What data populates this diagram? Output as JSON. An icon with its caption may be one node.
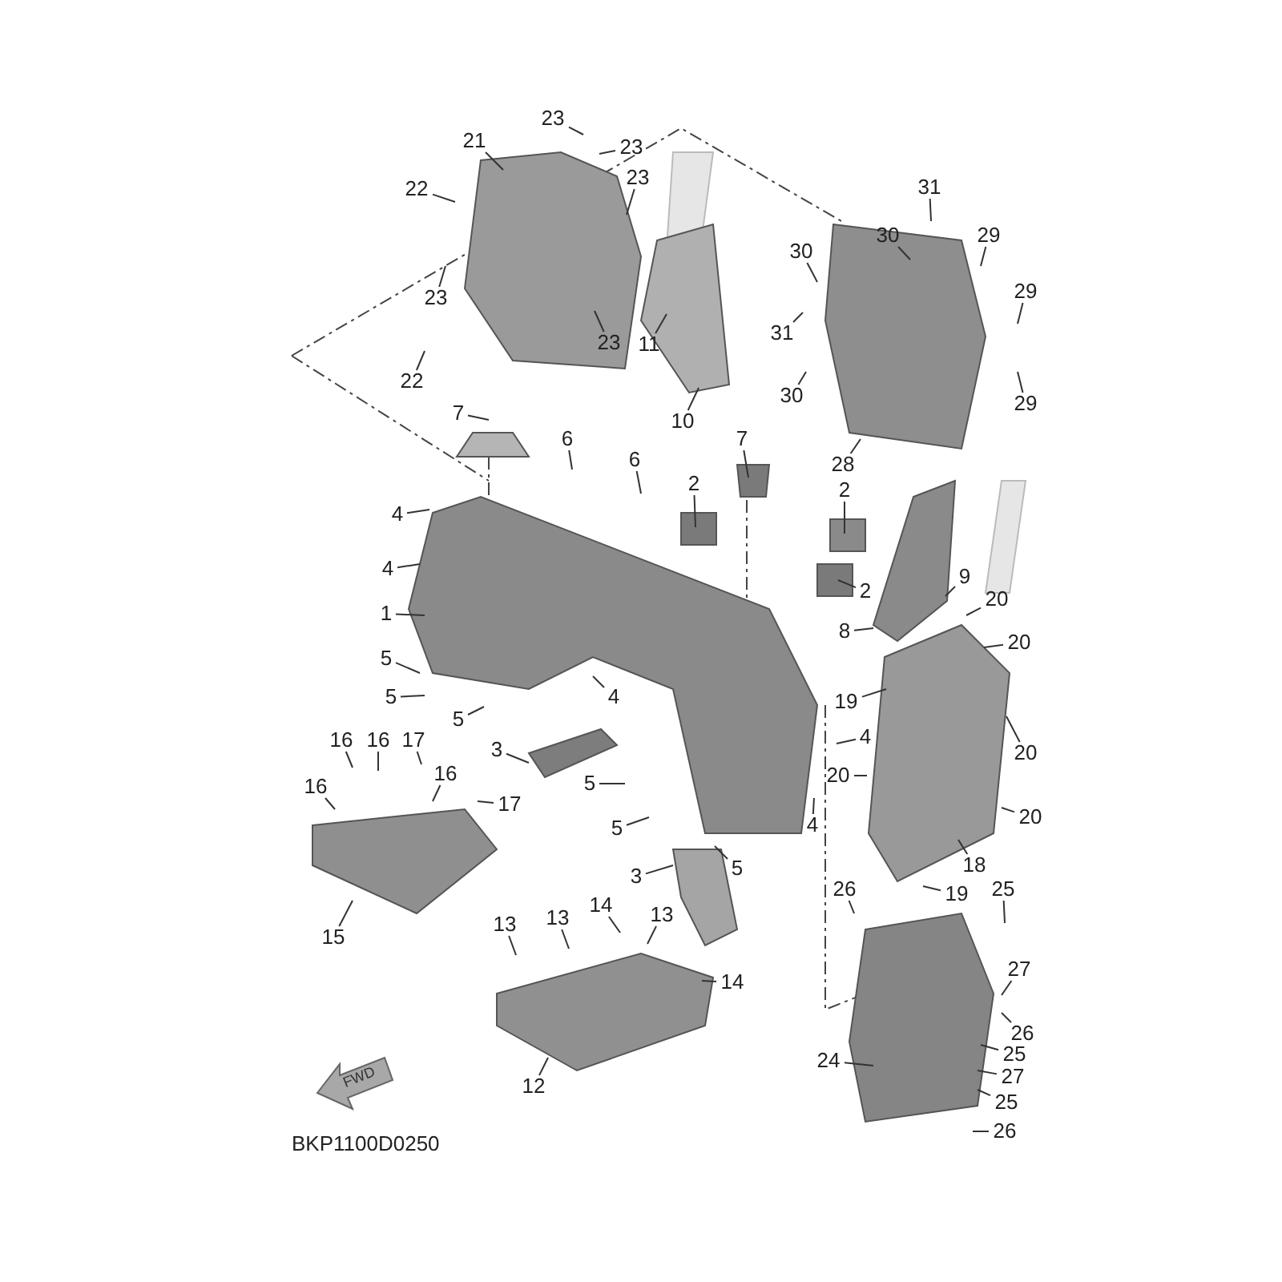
{
  "diagram": {
    "nodes": [
      {
        "text": [
          "21"
        ]
      },
      {
        "text": [
          "23"
        ]
      },
      {
        "text": [
          "23"
        ]
      },
      {
        "text": [
          "23"
        ]
      },
      {
        "text": [
          "22"
        ]
      },
      {
        "text": [
          "23"
        ]
      },
      {
        "text": [
          "23"
        ]
      },
      {
        "text": [
          "22"
        ]
      },
      {
        "text": [
          "11"
        ]
      },
      {
        "text": [
          "10"
        ]
      },
      {
        "text": [
          "31"
        ]
      },
      {
        "text": [
          "30"
        ]
      },
      {
        "text": [
          "29"
        ]
      },
      {
        "text": [
          "30"
        ]
      },
      {
        "text": [
          "29"
        ]
      },
      {
        "text": [
          "31"
        ]
      },
      {
        "text": [
          "30"
        ]
      },
      {
        "text": [
          "29"
        ]
      },
      {
        "text": [
          "28"
        ]
      },
      {
        "text": [
          "7"
        ]
      },
      {
        "text": [
          "6"
        ]
      },
      {
        "text": [
          "6"
        ]
      },
      {
        "text": [
          "7"
        ]
      },
      {
        "text": [
          "2"
        ]
      },
      {
        "text": [
          "2"
        ]
      },
      {
        "text": [
          "4"
        ]
      },
      {
        "text": [
          "4"
        ]
      },
      {
        "text": [
          "2"
        ]
      },
      {
        "text": [
          "9"
        ]
      },
      {
        "text": [
          "1"
        ]
      },
      {
        "text": [
          "8"
        ]
      },
      {
        "text": [
          "20"
        ]
      },
      {
        "text": [
          "20"
        ]
      },
      {
        "text": [
          "5"
        ]
      },
      {
        "text": [
          "5"
        ]
      },
      {
        "text": [
          "4"
        ]
      },
      {
        "text": [
          "19"
        ]
      },
      {
        "text": [
          "5"
        ]
      },
      {
        "text": [
          "4"
        ]
      },
      {
        "text": [
          "20"
        ]
      },
      {
        "text": [
          "3"
        ]
      },
      {
        "text": [
          "20"
        ]
      },
      {
        "text": [
          "5"
        ]
      },
      {
        "text": [
          "16"
        ]
      },
      {
        "text": [
          "16"
        ]
      },
      {
        "text": [
          "17"
        ]
      },
      {
        "text": [
          "16"
        ]
      },
      {
        "text": [
          "16"
        ]
      },
      {
        "text": [
          "17"
        ]
      },
      {
        "text": [
          "20"
        ]
      },
      {
        "text": [
          "4"
        ]
      },
      {
        "text": [
          "5"
        ]
      },
      {
        "text": [
          "18"
        ]
      },
      {
        "text": [
          "5"
        ]
      },
      {
        "text": [
          "3"
        ]
      },
      {
        "text": [
          "26"
        ]
      },
      {
        "text": [
          "19"
        ]
      },
      {
        "text": [
          "25"
        ]
      },
      {
        "text": [
          "14"
        ]
      },
      {
        "text": [
          "13"
        ]
      },
      {
        "text": [
          "13"
        ]
      },
      {
        "text": [
          "13"
        ]
      },
      {
        "text": [
          "15"
        ]
      },
      {
        "text": [
          "27"
        ]
      },
      {
        "text": [
          "14"
        ]
      },
      {
        "text": [
          "26"
        ]
      },
      {
        "text": [
          "25"
        ]
      },
      {
        "text": [
          "24"
        ]
      },
      {
        "text": [
          "27"
        ]
      },
      {
        "text": [
          "12"
        ]
      },
      {
        "text": [
          "25"
        ]
      },
      {
        "text": [
          "26"
        ]
      }
    ],
    "edges": [
      {
        "from": 0,
        "to": null,
        "arrow": "none"
      },
      {
        "from": 1,
        "to": null,
        "arrow": "none"
      },
      {
        "from": 2,
        "to": null,
        "arrow": "none"
      },
      {
        "from": 3,
        "to": null,
        "arrow": "none"
      },
      {
        "from": 4,
        "to": null,
        "arrow": "none"
      },
      {
        "from": 5,
        "to": null,
        "arrow": "none"
      },
      {
        "from": 6,
        "to": null,
        "arrow": "none"
      },
      {
        "from": 7,
        "to": null,
        "arrow": "none"
      },
      {
        "from": 8,
        "to": null,
        "arrow": "none"
      },
      {
        "from": 9,
        "to": null,
        "arrow": "none"
      },
      {
        "from": 10,
        "to": null,
        "arrow": "none"
      },
      {
        "from": 11,
        "to": null,
        "arrow": "none"
      },
      {
        "from": 12,
        "to": null,
        "arrow": "none"
      },
      {
        "from": 13,
        "to": null,
        "arrow": "none"
      },
      {
        "from": 14,
        "to": null,
        "arrow": "none"
      },
      {
        "from": 15,
        "to": null,
        "arrow": "none"
      },
      {
        "from": 16,
        "to": null,
        "arrow": "none"
      },
      {
        "from": 17,
        "to": null,
        "arrow": "none"
      },
      {
        "from": 18,
        "to": null,
        "arrow": "none"
      },
      {
        "from": 19,
        "to": null,
        "arrow": "none"
      },
      {
        "from": 20,
        "to": null,
        "arrow": "none"
      },
      {
        "from": 21,
        "to": null,
        "arrow": "none"
      },
      {
        "from": 22,
        "to": null,
        "arrow": "none"
      },
      {
        "from": 23,
        "to": null,
        "arrow": "none"
      },
      {
        "from": 24,
        "to": null,
        "arrow": "none"
      },
      {
        "from": 25,
        "to": null,
        "arrow": "none"
      },
      {
        "from": 26,
        "to": null,
        "arrow": "none"
      },
      {
        "from": 27,
        "to": null,
        "arrow": "none"
      },
      {
        "from": 28,
        "to": null,
        "arrow": "none"
      },
      {
        "from": 29,
        "to": null,
        "arrow": "none"
      },
      {
        "from": 30,
        "to": null,
        "arrow": "none"
      },
      {
        "from": 31,
        "to": null,
        "arrow": "none"
      },
      {
        "from": 32,
        "to": null,
        "arrow": "none"
      },
      {
        "from": 33,
        "to": null,
        "arrow": "none"
      },
      {
        "from": 34,
        "to": null,
        "arrow": "none"
      },
      {
        "from": 35,
        "to": null,
        "arrow": "none"
      },
      {
        "from": 36,
        "to": null,
        "arrow": "none"
      },
      {
        "from": 37,
        "to": null,
        "arrow": "none"
      },
      {
        "from": 38,
        "to": null,
        "arrow": "none"
      },
      {
        "from": 39,
        "to": null,
        "arrow": "none"
      },
      {
        "from": 40,
        "to": null,
        "arrow": "none"
      },
      {
        "from": 41,
        "to": null,
        "arrow": "none"
      },
      {
        "from": 42,
        "to": null,
        "arrow": "none"
      },
      {
        "from": 43,
        "to": null,
        "arrow": "none"
      },
      {
        "from": 44,
        "to": null,
        "arrow": "none"
      },
      {
        "from": 45,
        "to": null,
        "arrow": "none"
      },
      {
        "from": 46,
        "to": null,
        "arrow": "none"
      },
      {
        "from": 47,
        "to": null,
        "arrow": "none"
      },
      {
        "from": 48,
        "to": null,
        "arrow": "none"
      },
      {
        "from": 49,
        "to": null,
        "arrow": "none"
      },
      {
        "from": 50,
        "to": null,
        "arrow": "none"
      },
      {
        "from": 51,
        "to": null,
        "arrow": "none"
      },
      {
        "from": 52,
        "to": null,
        "arrow": "none"
      },
      {
        "from": 53,
        "to": null,
        "arrow": "none"
      },
      {
        "from": 54,
        "to": null,
        "arrow": "none"
      },
      {
        "from": 55,
        "to": null,
        "arrow": "none"
      },
      {
        "from": 56,
        "to": null,
        "arrow": "none"
      },
      {
        "from": 57,
        "to": null,
        "arrow": "none"
      },
      {
        "from": 58,
        "to": null,
        "arrow": "none"
      },
      {
        "from": 59,
        "to": null,
        "arrow": "none"
      },
      {
        "from": 60,
        "to": null,
        "arrow": "none"
      },
      {
        "from": 61,
        "to": null,
        "arrow": "none"
      },
      {
        "from": 62,
        "to": null,
        "arrow": "none"
      },
      {
        "from": 63,
        "to": null,
        "arrow": "none"
      },
      {
        "from": 64,
        "to": null,
        "arrow": "none"
      },
      {
        "from": 65,
        "to": null,
        "arrow": "none"
      },
      {
        "from": 66,
        "to": null,
        "arrow": "none"
      },
      {
        "from": 67,
        "to": null,
        "arrow": "none"
      },
      {
        "from": 68,
        "to": null,
        "arrow": "none"
      },
      {
        "from": 69,
        "to": null,
        "arrow": "none"
      },
      {
        "from": 70,
        "to": null,
        "arrow": "none"
      },
      {
        "from": 71,
        "to": null,
        "arrow": "none"
      }
    ],
    "labels": [
      "FWD",
      "BKP1100D0250"
    ]
  }
}
